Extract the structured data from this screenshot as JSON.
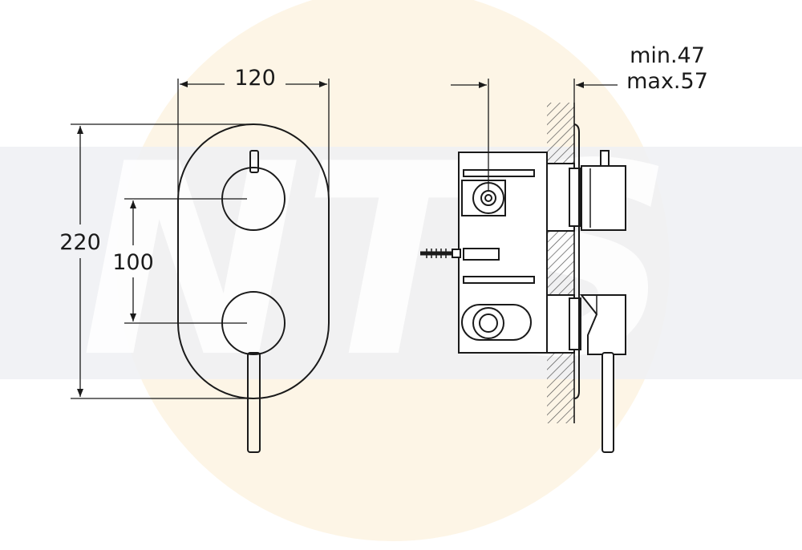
{
  "dimensions": {
    "width": "120",
    "height": "220",
    "handle_spacing": "100",
    "depth_min": "min.47",
    "depth_max": "max.57"
  },
  "colors": {
    "line": "#1a1a1a",
    "background": "#ffffff",
    "watermark_band": "#e9ecef",
    "watermark_circle": "#fdf5e6",
    "hatch": "#555555"
  },
  "watermark": {
    "text": "NTS"
  }
}
